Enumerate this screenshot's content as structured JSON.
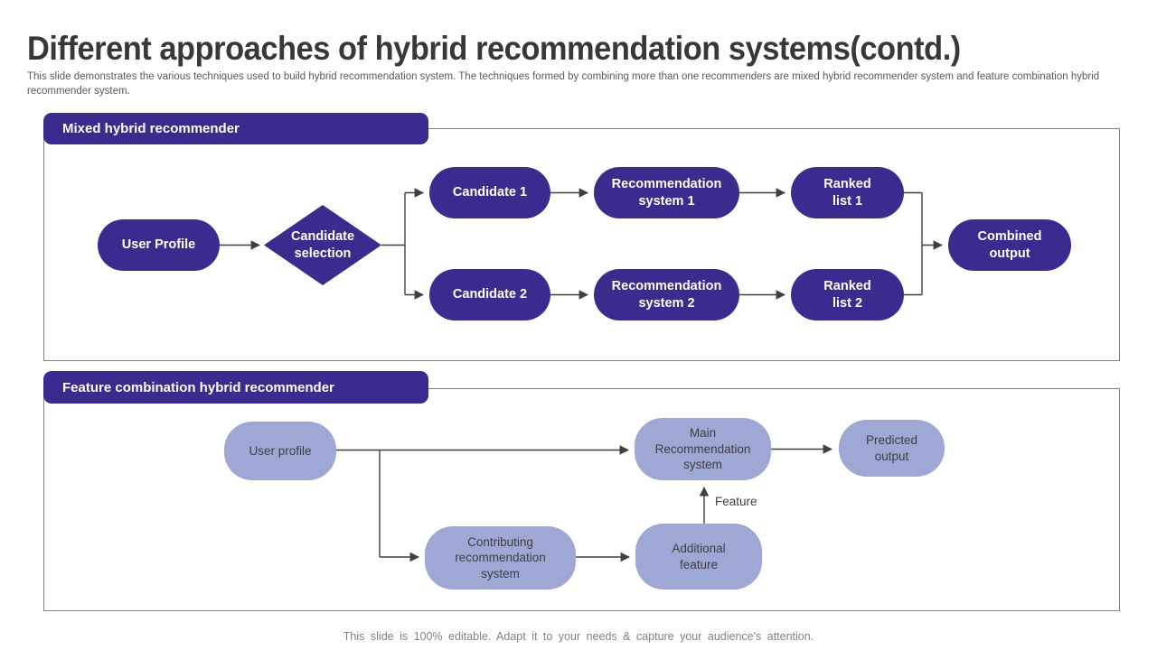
{
  "slide": {
    "title": "Different approaches of hybrid recommendation systems(contd.)",
    "subtitle": "This slide demonstrates the various techniques used to build hybrid recommendation system. The techniques formed by combining more than one recommenders are mixed hybrid recommender system and feature combination hybrid recommender system.",
    "footer": "This slide is 100% editable. Adapt it to your needs & capture your audience's attention."
  },
  "mixed": {
    "header": "Mixed hybrid recommender",
    "nodes": {
      "user_profile": "User Profile",
      "candidate_selection": "Candidate\nselection",
      "candidate_1": "Candidate 1",
      "candidate_2": "Candidate 2",
      "recommendation_system_1": "Recommendation\nsystem 1",
      "recommendation_system_2": "Recommendation\nsystem 2",
      "ranked_list_1": "Ranked\nlist 1",
      "ranked_list_2": "Ranked\nlist 2",
      "combined_output": "Combined\noutput"
    }
  },
  "feature": {
    "header": "Feature combination hybrid recommender",
    "nodes": {
      "user_profile": "User profile",
      "main_recommendation_system": "Main\nRecommendation\nsystem",
      "predicted_output": "Predicted\noutput",
      "contributing_recommendation_system": "Contributing\nrecommendation\nsystem",
      "additional_feature": "Additional\nfeature"
    },
    "arrow_label": "Feature"
  },
  "colors": {
    "primary_purple": "#3a2c8e",
    "light_periwinkle": "#9fa7d4",
    "panel_border": "#808080",
    "arrow": "#404040",
    "title_text": "#383838",
    "subtitle_text": "#5a5a5a",
    "footer_text": "#818181"
  }
}
